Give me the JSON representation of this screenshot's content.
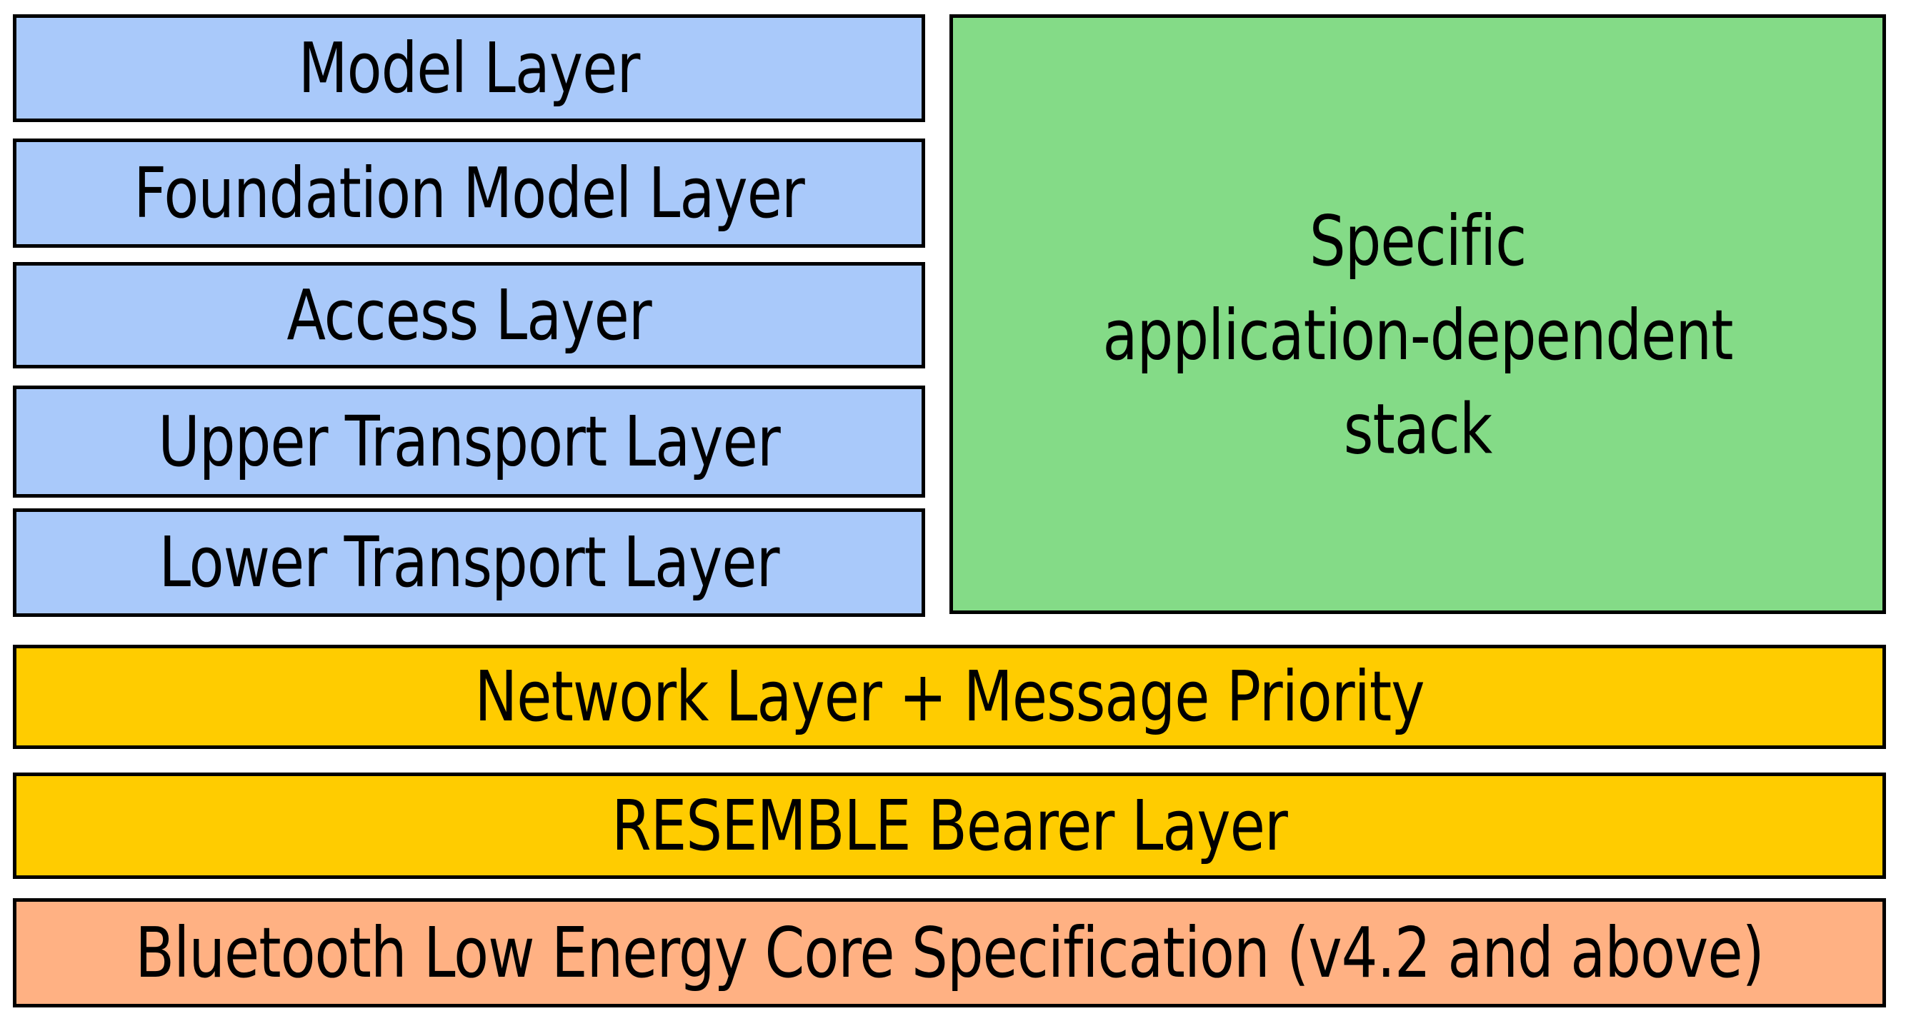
{
  "colors": {
    "layer_blue": "#A9C9FA",
    "app_green": "#84DB87",
    "band_yellow": "#FFCC00",
    "band_orange": "#FFB183",
    "border_black": "#000000",
    "background": "#FFFFFF",
    "text": "#000000"
  },
  "diagram": {
    "mesh_layers": [
      {
        "label": "Model Layer"
      },
      {
        "label": "Foundation Model Layer"
      },
      {
        "label": "Access Layer"
      },
      {
        "label": "Upper Transport Layer"
      },
      {
        "label": "Lower Transport Layer"
      }
    ],
    "application_stack": {
      "lines": [
        "Specific",
        "application-dependent",
        "stack"
      ]
    },
    "bands": [
      {
        "label": "Network Layer + Message Priority"
      },
      {
        "label": "RESEMBLE Bearer Layer"
      },
      {
        "label": "Bluetooth Low Energy Core Specification (v4.2 and above)"
      }
    ]
  }
}
